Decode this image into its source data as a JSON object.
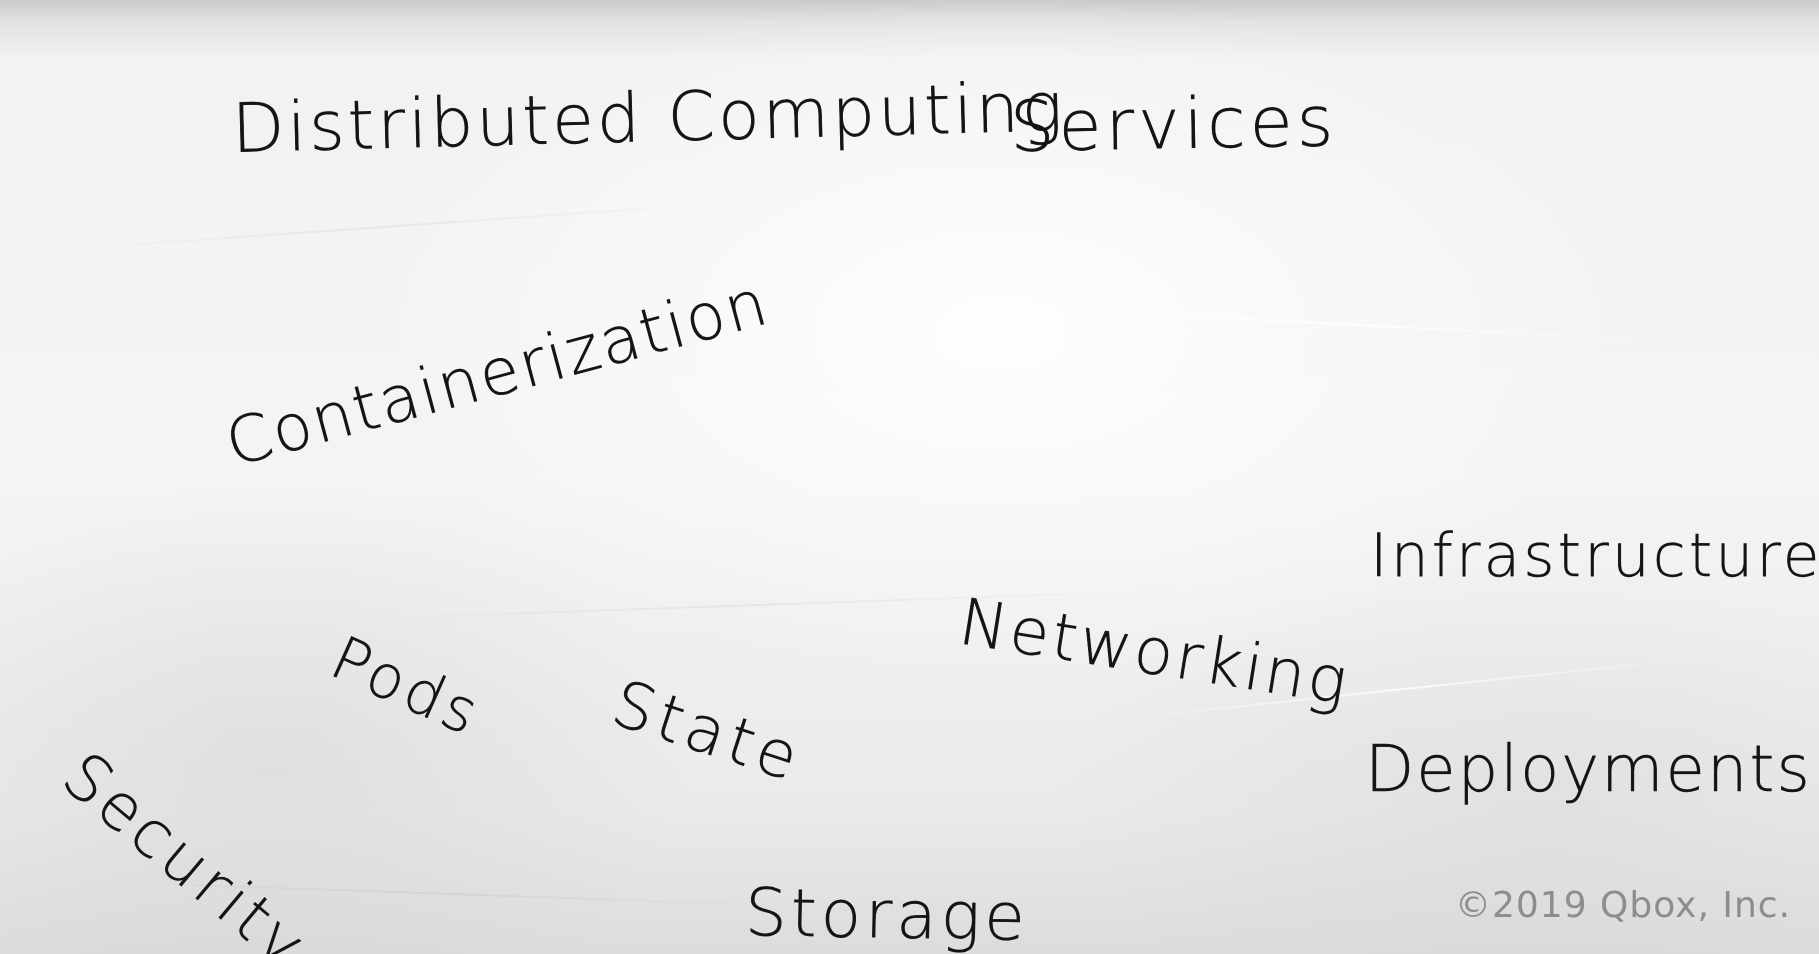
{
  "words": {
    "distributed_computing": "Distributed Computing",
    "services": "Services",
    "containerization": "Containerization",
    "infrastructure": "Infrastructure",
    "networking": "Networking",
    "pods": "Pods",
    "state": "State",
    "deployments": "Deployments",
    "security": "Security",
    "storage": "Storage"
  },
  "copyright": "©2019 Qbox, Inc."
}
